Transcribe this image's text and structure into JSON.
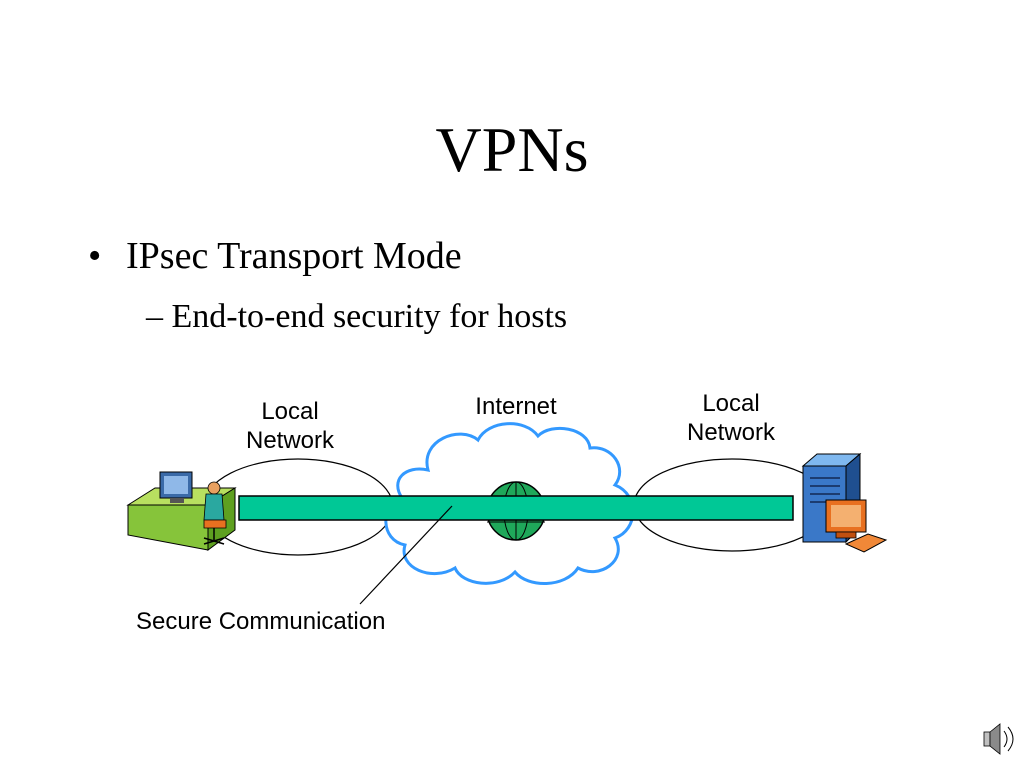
{
  "slide": {
    "title": "VPNs",
    "bullet_marker": "•",
    "bullet": "IPsec Transport Mode",
    "sub_bullet": "– End-to-end security for hosts"
  },
  "diagram": {
    "left_network": {
      "line1": "Local",
      "line2": "Network"
    },
    "cloud_label": "Internet",
    "right_network": {
      "line1": "Local",
      "line2": "Network"
    },
    "callout_label": "Secure Communication",
    "icons": [
      "user-workstation-icon",
      "globe-icon",
      "server-computer-icon",
      "speaker-icon"
    ],
    "colors": {
      "tunnel": "#00c896",
      "cloud_outline": "#3399ff",
      "globe": "#1fa85a"
    }
  }
}
